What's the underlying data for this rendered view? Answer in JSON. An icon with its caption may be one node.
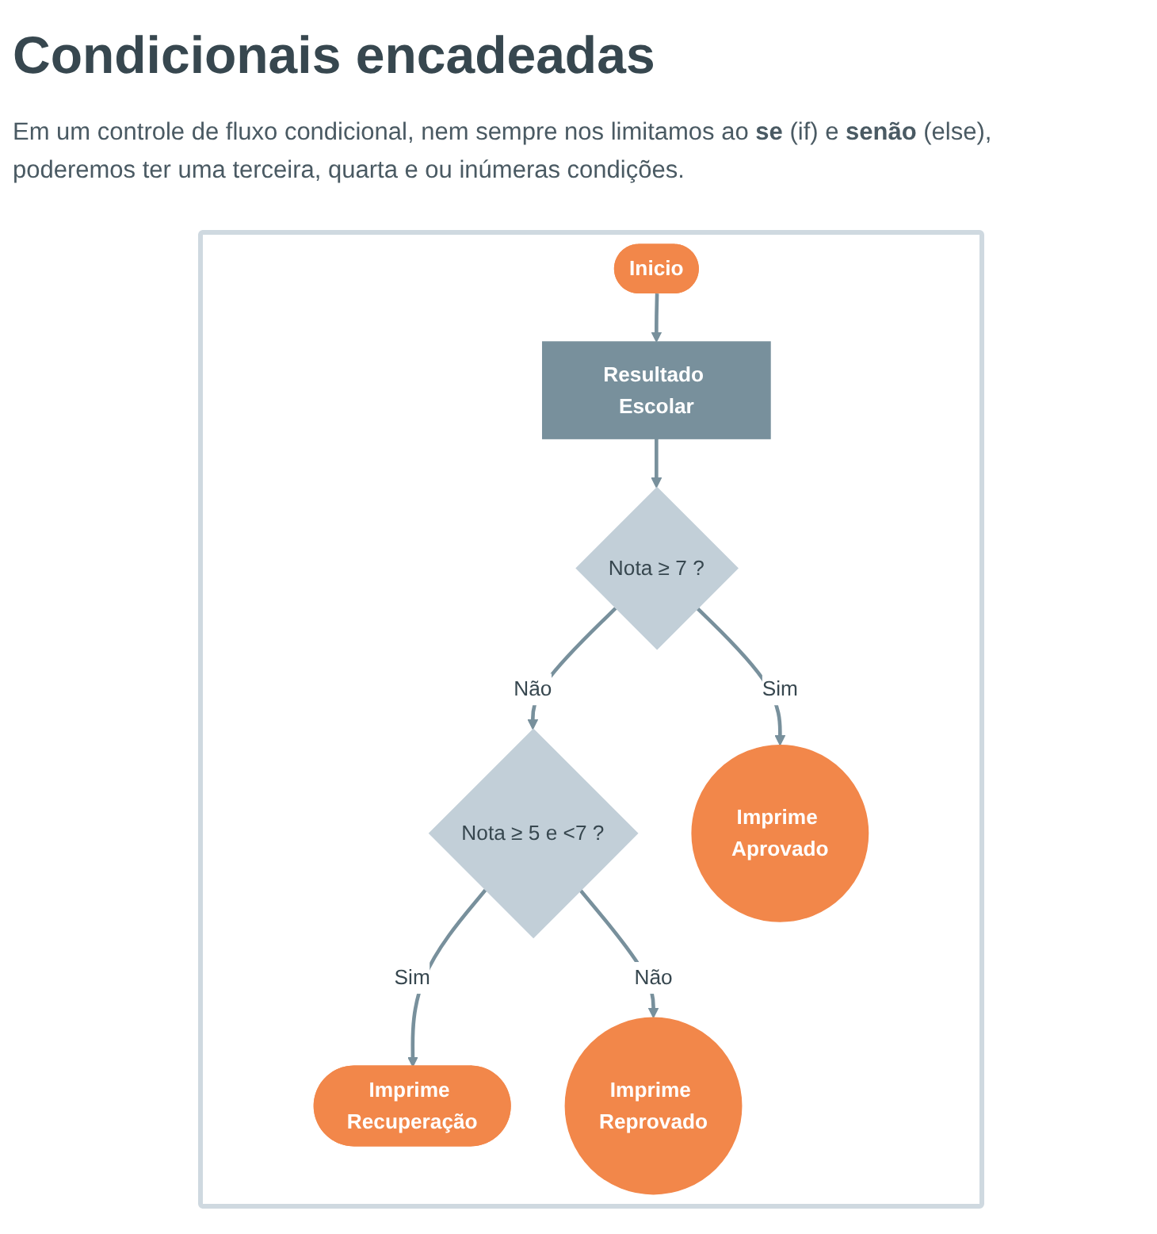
{
  "diagram": {
    "title": "Condicionais encadeadas",
    "caption": "Em um controle de fluxo condicional, nem sempre nos limitamos ao **se** (if) e **senão** (else), poderemos ter uma terceira, quarta e ou inúmeras condições.",
    "nodes": [
      {
        "text": [
          "Resultado Escolar"
        ]
      },
      {
        "text": [
          "Inicio"
        ]
      },
      {
        "text": [
          "Nota ≥ 7 ?"
        ]
      },
      {
        "text": [
          "Imprime Aprovado"
        ]
      },
      {
        "text": [
          "Nota ≥ 5 e <7 ?"
        ]
      },
      {
        "text": [
          "Imprime Recuperação"
        ]
      },
      {
        "text": [
          "Imprime Reprovado"
        ]
      }
    ],
    "edges": [
      {
        "from": 1,
        "to": 0,
        "arrow": "to"
      },
      {
        "from": 0,
        "to": 2,
        "arrow": "to"
      },
      {
        "from": 2,
        "to": 3,
        "arrow": "to",
        "label": "Sim"
      },
      {
        "from": 2,
        "to": 4,
        "arrow": "to",
        "label": "Não"
      },
      {
        "from": 4,
        "to": 5,
        "arrow": "to",
        "label": "Sim"
      },
      {
        "from": 4,
        "to": 6,
        "arrow": "to",
        "label": "Não"
      }
    ]
  }
}
